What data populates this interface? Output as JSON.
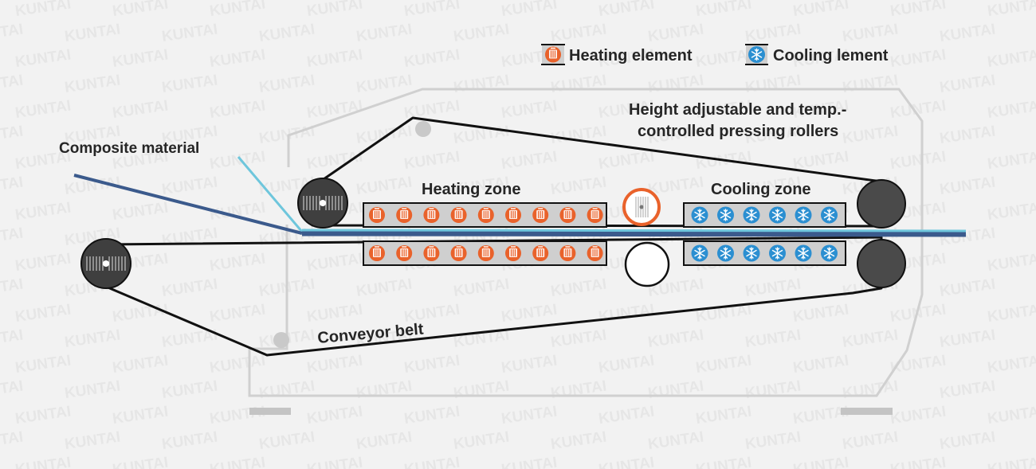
{
  "watermark": "KUNTAI",
  "legend": {
    "heating": "Heating element",
    "cooling": "Cooling lement"
  },
  "labels": {
    "composite_material": "Composite material",
    "heating_zone": "Heating zone",
    "cooling_zone": "Cooling zone",
    "rollers_line1": "Height adjustable and temp.-",
    "rollers_line2": "controlled pressing rollers",
    "conveyor_belt": "Conveyor belt"
  },
  "colors": {
    "heating": "#e9622b",
    "cooling": "#2b8fd1",
    "material_dark": "#3b5a8c",
    "material_light": "#6ec6dc",
    "frame": "#d0d0d0",
    "belt": "#111111",
    "roller": "#4a4a4a"
  },
  "icons": {
    "heating": "heater-icon",
    "cooling": "snowflake-icon"
  },
  "zones": {
    "heating_elements_per_row": 9,
    "cooling_elements_per_row": 6
  }
}
